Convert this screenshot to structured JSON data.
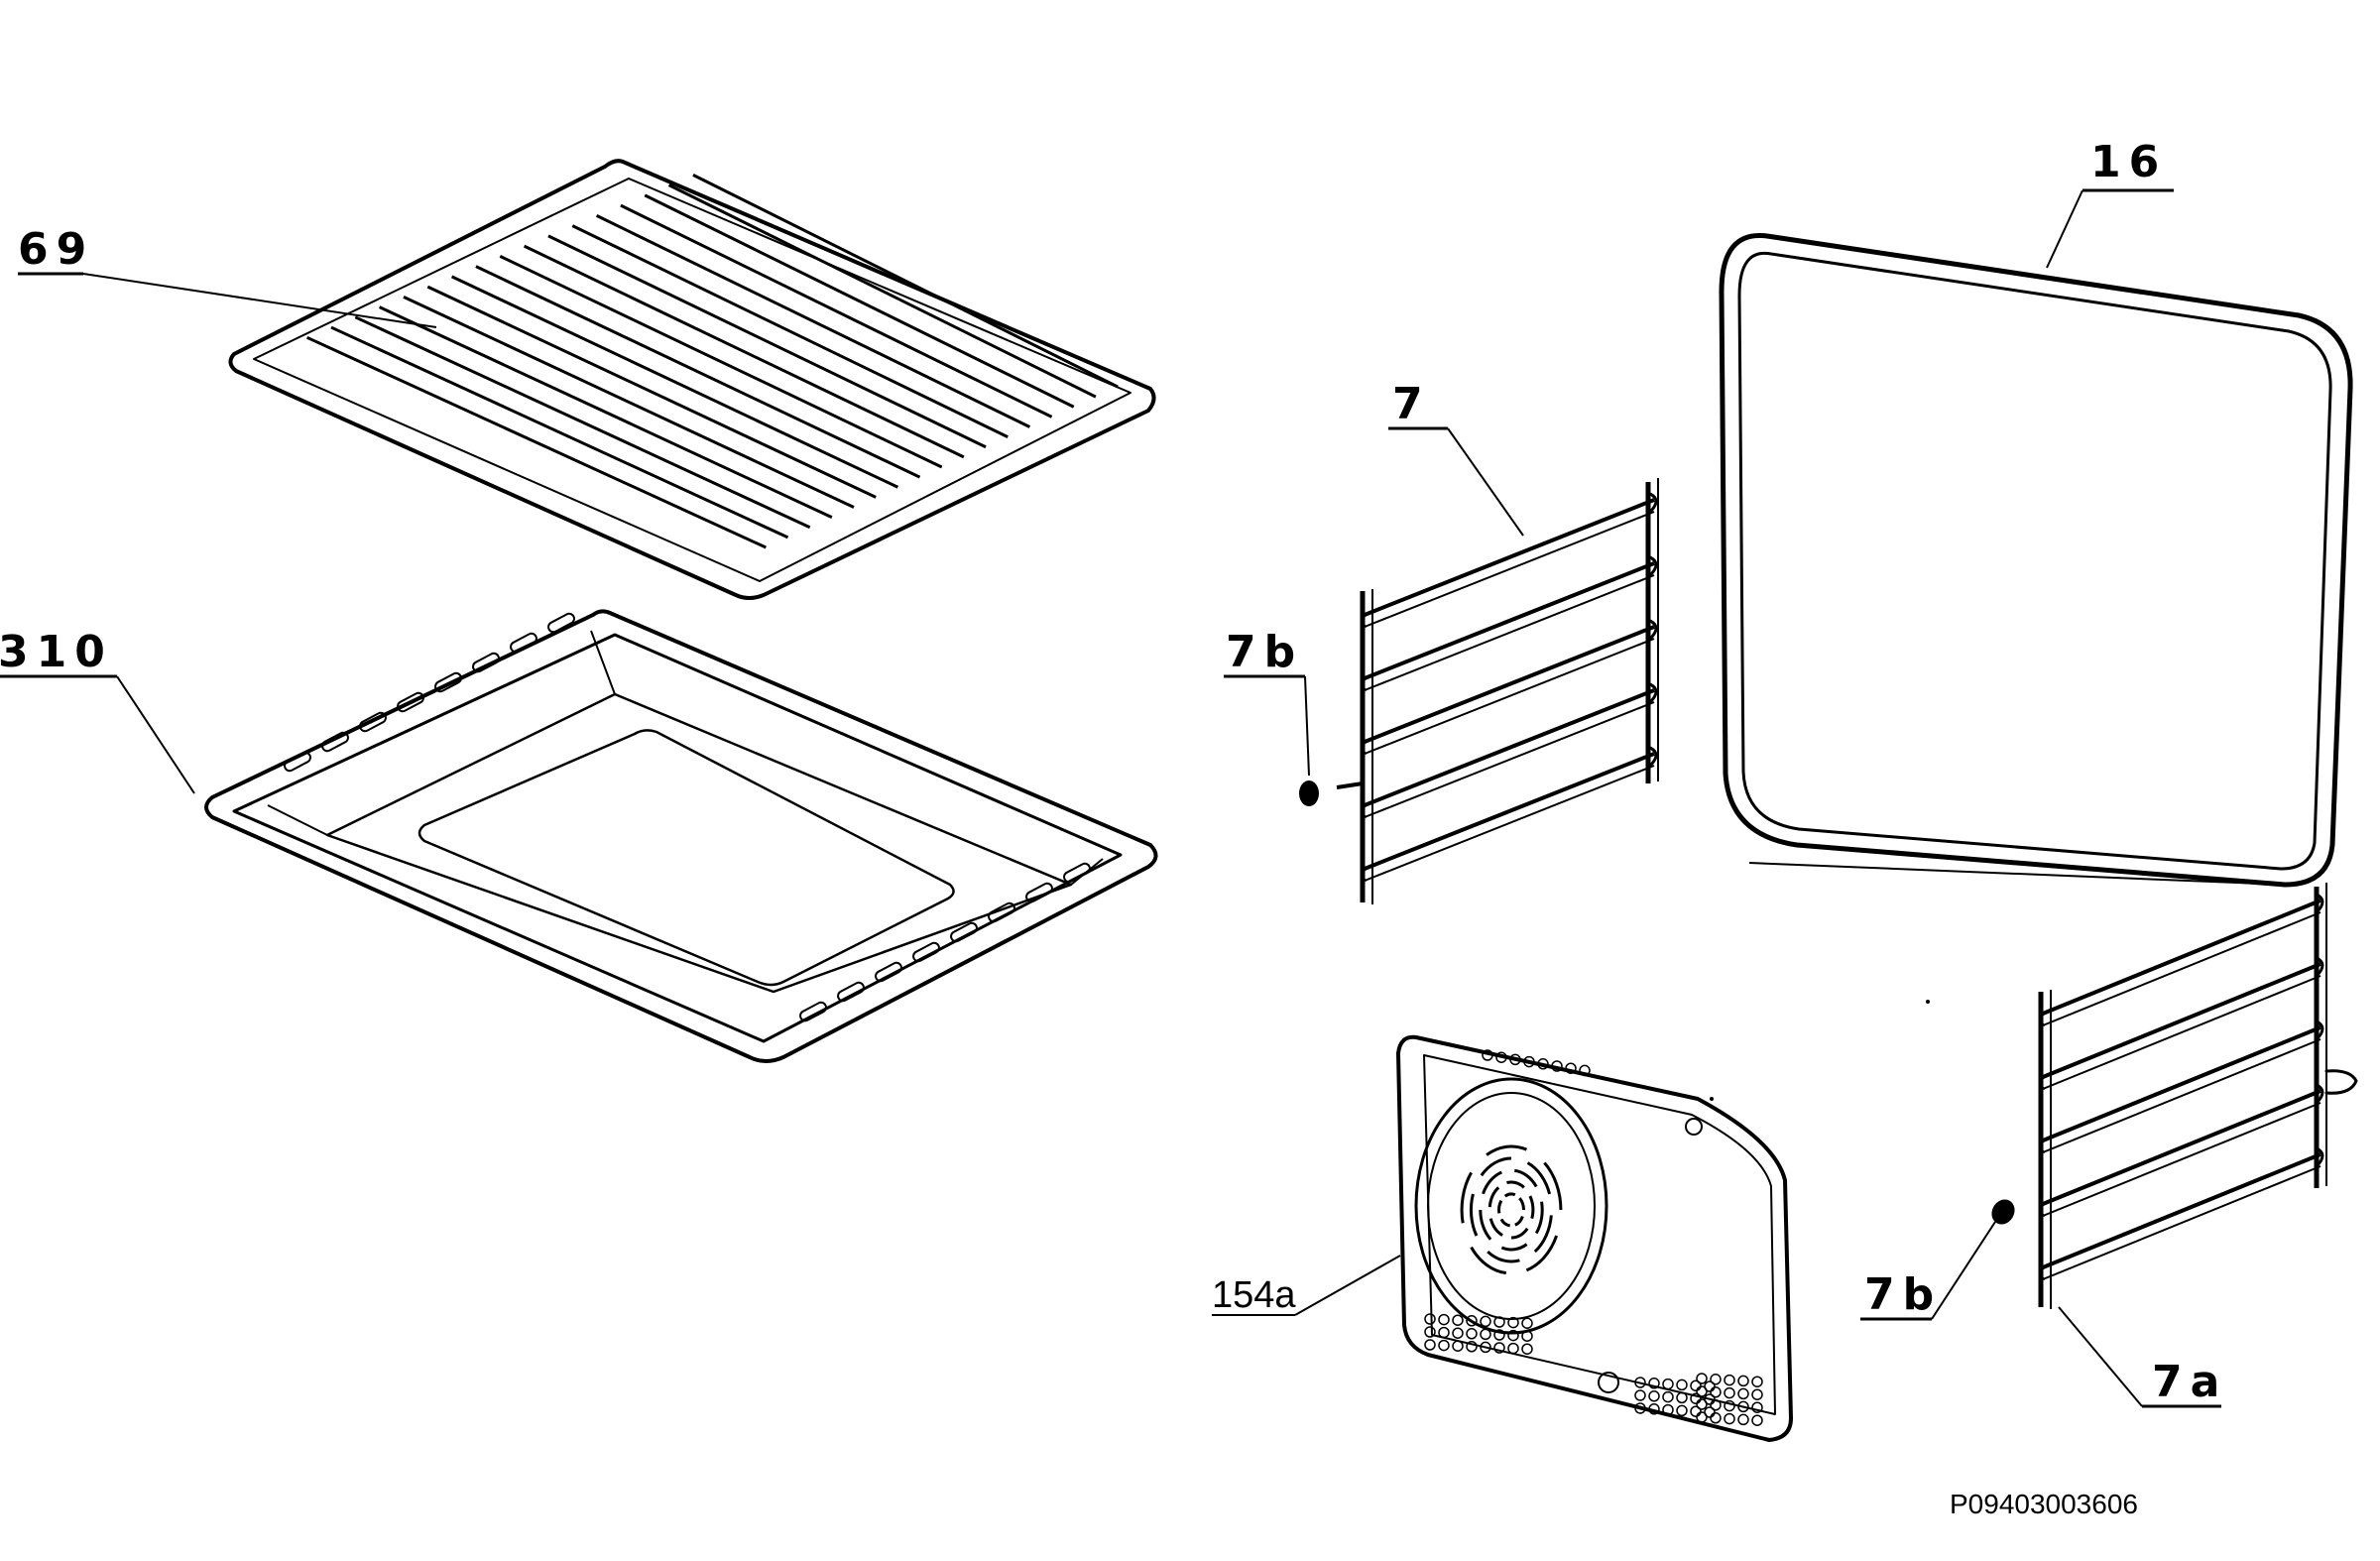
{
  "diagram": {
    "reference": "P09403003606",
    "callouts": {
      "grid_shelf": "69",
      "baking_tray": "310",
      "shelf_support_left": "7",
      "screw_left": "7b",
      "door_seal": "16",
      "shelf_support_right": "7a",
      "screw_right": "7b",
      "fan_cover": "154a"
    }
  }
}
